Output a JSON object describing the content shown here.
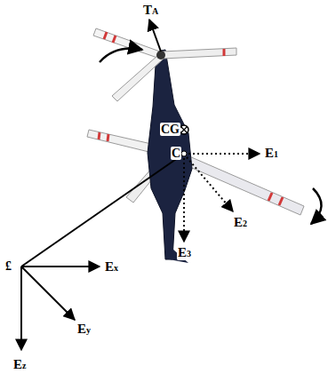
{
  "diagram": {
    "labels": [
      "TA",
      "CG",
      "C",
      "E1",
      "E2",
      "E3",
      "£",
      "Ex",
      "Ey",
      "Ez"
    ]
  }
}
